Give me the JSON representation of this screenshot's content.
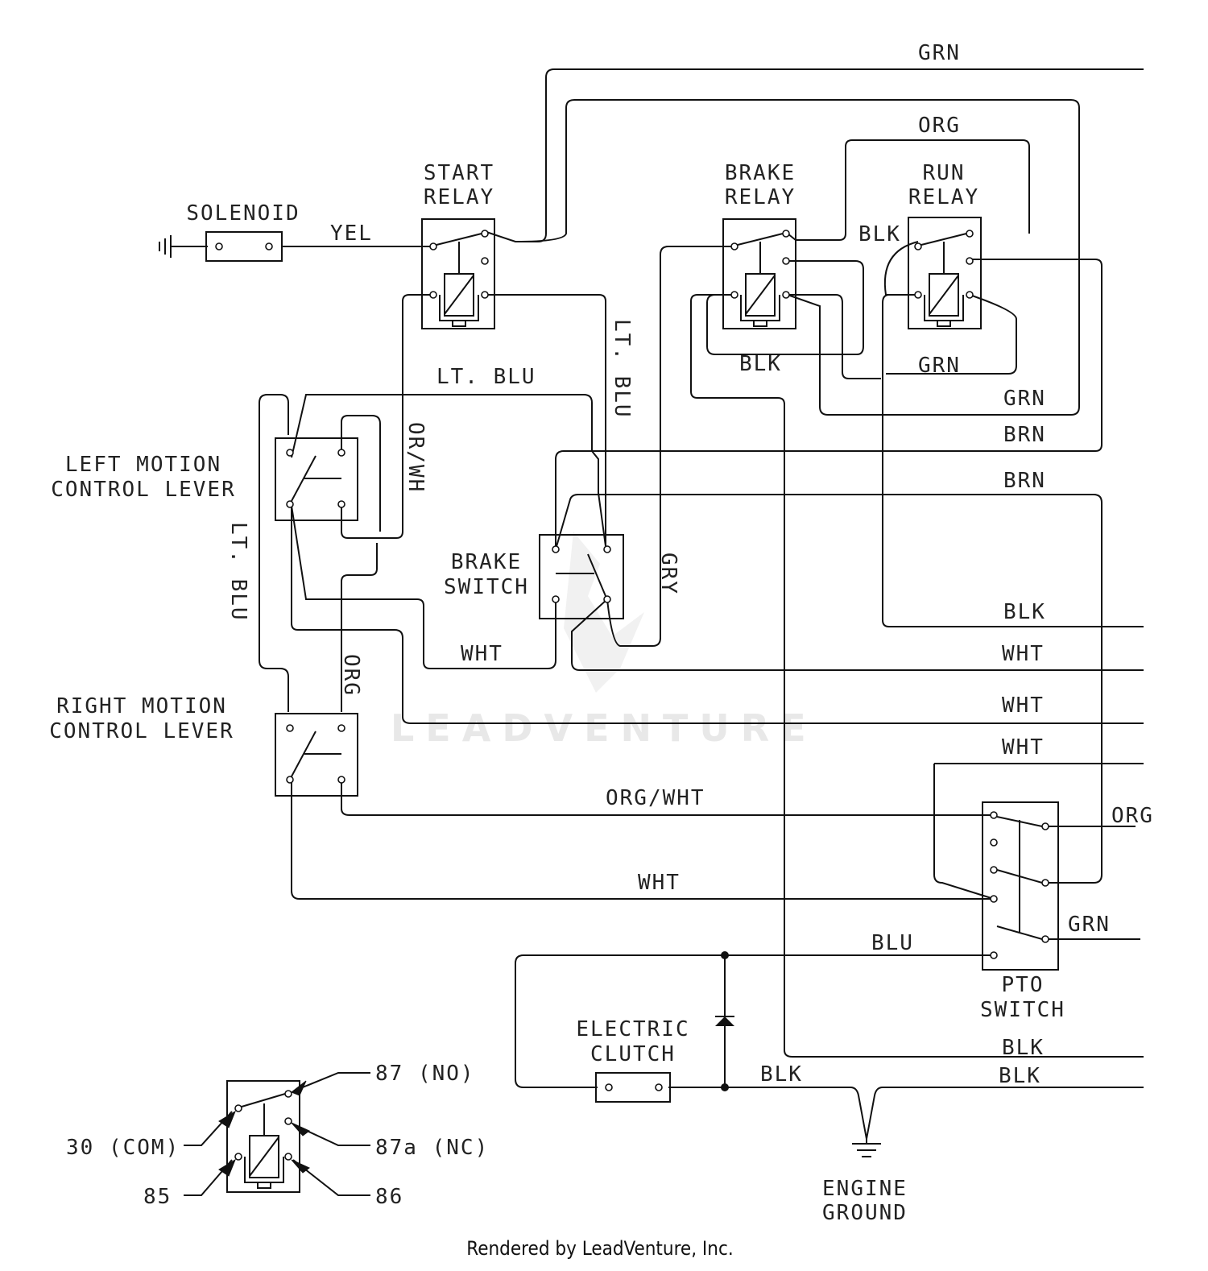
{
  "components": {
    "solenoid": "SOLENOID",
    "start_relay": [
      "START",
      "RELAY"
    ],
    "brake_relay": [
      "BRAKE",
      "RELAY"
    ],
    "run_relay": [
      "RUN",
      "RELAY"
    ],
    "left_motion": [
      "LEFT MOTION",
      "CONTROL LEVER"
    ],
    "right_motion": [
      "RIGHT MOTION",
      "CONTROL LEVER"
    ],
    "brake_switch": [
      "BRAKE",
      "SWITCH"
    ],
    "pto_switch": [
      "PTO",
      "SWITCH"
    ],
    "electric_clutch": [
      "ELECTRIC",
      "CLUTCH"
    ],
    "engine_ground": [
      "ENGINE",
      "GROUND"
    ]
  },
  "wires": {
    "grn_top": "GRN",
    "org_top": "ORG",
    "yel": "YEL",
    "blk_relay": "BLK",
    "blk_under_brake": "BLK",
    "grn_under_run": "GRN",
    "grn_right": "GRN",
    "brn_1": "BRN",
    "brn_2": "BRN",
    "lt_blu_h": "LT. BLU",
    "lt_blu_v1": "LT. BLU",
    "lt_blu_v2": "LT. BLU",
    "or_wh": "OR/WH",
    "gry": "GRY",
    "wht_left": "WHT",
    "org_v": "ORG",
    "blk_r1": "BLK",
    "wht_r1": "WHT",
    "wht_r2": "WHT",
    "wht_r3": "WHT",
    "org_wht": "ORG/WHT",
    "org_pto": "ORG",
    "wht_bottom": "WHT",
    "grn_pto": "GRN",
    "blu": "BLU",
    "blk_b1": "BLK",
    "blk_b2": "BLK",
    "blk_clutch": "BLK"
  },
  "legend": {
    "p87": "87 (NO)",
    "p30": "30 (COM)",
    "p87a": "87a (NC)",
    "p85": "85",
    "p86": "86"
  },
  "watermark": "LEADVENTURE",
  "footer": "Rendered by LeadVenture, Inc."
}
